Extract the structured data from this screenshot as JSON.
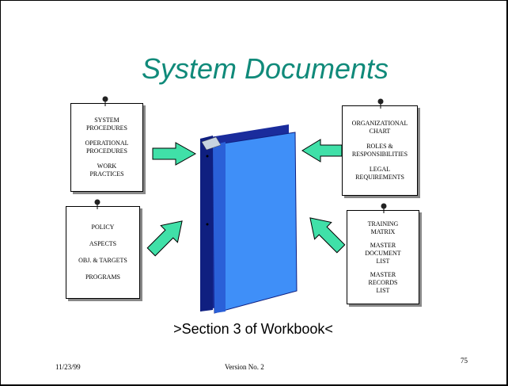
{
  "slide": {
    "title": "System Documents",
    "caption": ">Section 3 of Workbook<",
    "footer": {
      "date": "11/23/99",
      "version": "Version No. 2",
      "page": "75"
    }
  },
  "notes": {
    "top_left": [
      "SYSTEM\nPROCEDURES",
      "OPERATIONAL\nPROCEDURES",
      "WORK\nPRACTICES"
    ],
    "bottom_left": [
      "POLICY",
      "ASPECTS",
      "OBJ. & TARGETS",
      "PROGRAMS"
    ],
    "top_right": [
      "ORGANIZATIONAL\nCHART",
      "ROLES &\nRESPONSIBILITIES",
      "LEGAL\nREQUIREMENTS"
    ],
    "bottom_right": [
      "TRAINING\nMATRIX",
      "MASTER\nDOCUMENT\nLIST",
      "MASTER\nRECORDS\nLIST"
    ]
  },
  "colors": {
    "title": "#108a7a",
    "arrow": "#40e0a8",
    "binder": "#3f8ff8",
    "binder_dark": "#1a2c9c"
  },
  "icons": [
    "binder-icon",
    "arrow-icon",
    "pushpin-icon"
  ]
}
